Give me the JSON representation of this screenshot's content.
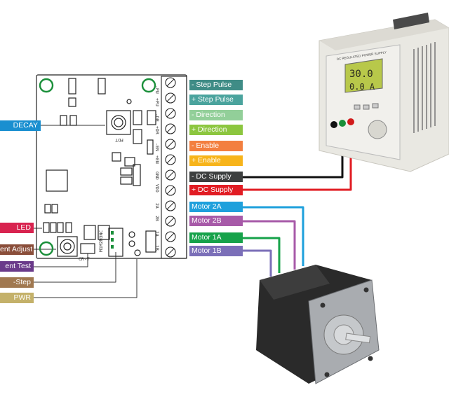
{
  "colors": {
    "step_neg": "#3f8c86",
    "step_pos": "#4aa39d",
    "dir_neg": "#92cf99",
    "dir_pos": "#8cc63f",
    "en_neg": "#f37f3f",
    "en_pos": "#f7b41a",
    "dc_neg": "#3d3f3f",
    "dc_pos": "#e11c23",
    "motor_2a": "#1ea0dc",
    "motor_2b": "#a75aa8",
    "motor_1a": "#16a24a",
    "motor_1b": "#7b6fb8",
    "decay": "#1a8fd0",
    "led": "#d8234f",
    "current_adjust": "#8a4e3a",
    "current_test": "#6a3a8a",
    "micro_step": "#a07850",
    "pwr": "#c4b16a"
  },
  "left_labels": {
    "decay": "DECAY",
    "led": "LED",
    "current_adjust": "ent Adjust",
    "current_test": "ent Test",
    "micro_step": "-Step",
    "pwr": "PWR"
  },
  "right_labels": {
    "step_neg": "- Step Pulse",
    "step_pos": "+ Step Pulse",
    "dir_neg": "- Direction",
    "dir_pos": "+ Direction",
    "en_neg": "- Enable",
    "en_pos": "+ Enable",
    "dc_neg": "- DC Supply",
    "dc_pos": "+ DC Supply",
    "motor_2a": "Motor 2A",
    "motor_2b": "Motor 2B",
    "motor_1a": "Motor 1A",
    "motor_1b": "Motor 1B"
  },
  "pcb_text": {
    "fdt": "FDT",
    "cur_t": "CR-T",
    "msel": "M1M2M3NC",
    "t_pu": "-PU",
    "t_pu2": "+PU",
    "t_dr": "-DR",
    "t_dr2": "+DR",
    "t_en": "-EN",
    "t_en2": "+EN",
    "t_gnd": "GND",
    "t_vdd": "VDD",
    "t_2a": "2A",
    "t_2b": "2B",
    "t_1a": "1A",
    "t_1b": "1B"
  },
  "psu": {
    "panel_text": "DC REGULATED POWER SUPPLY",
    "volts": "30.0",
    "amps": "0.0 A"
  }
}
